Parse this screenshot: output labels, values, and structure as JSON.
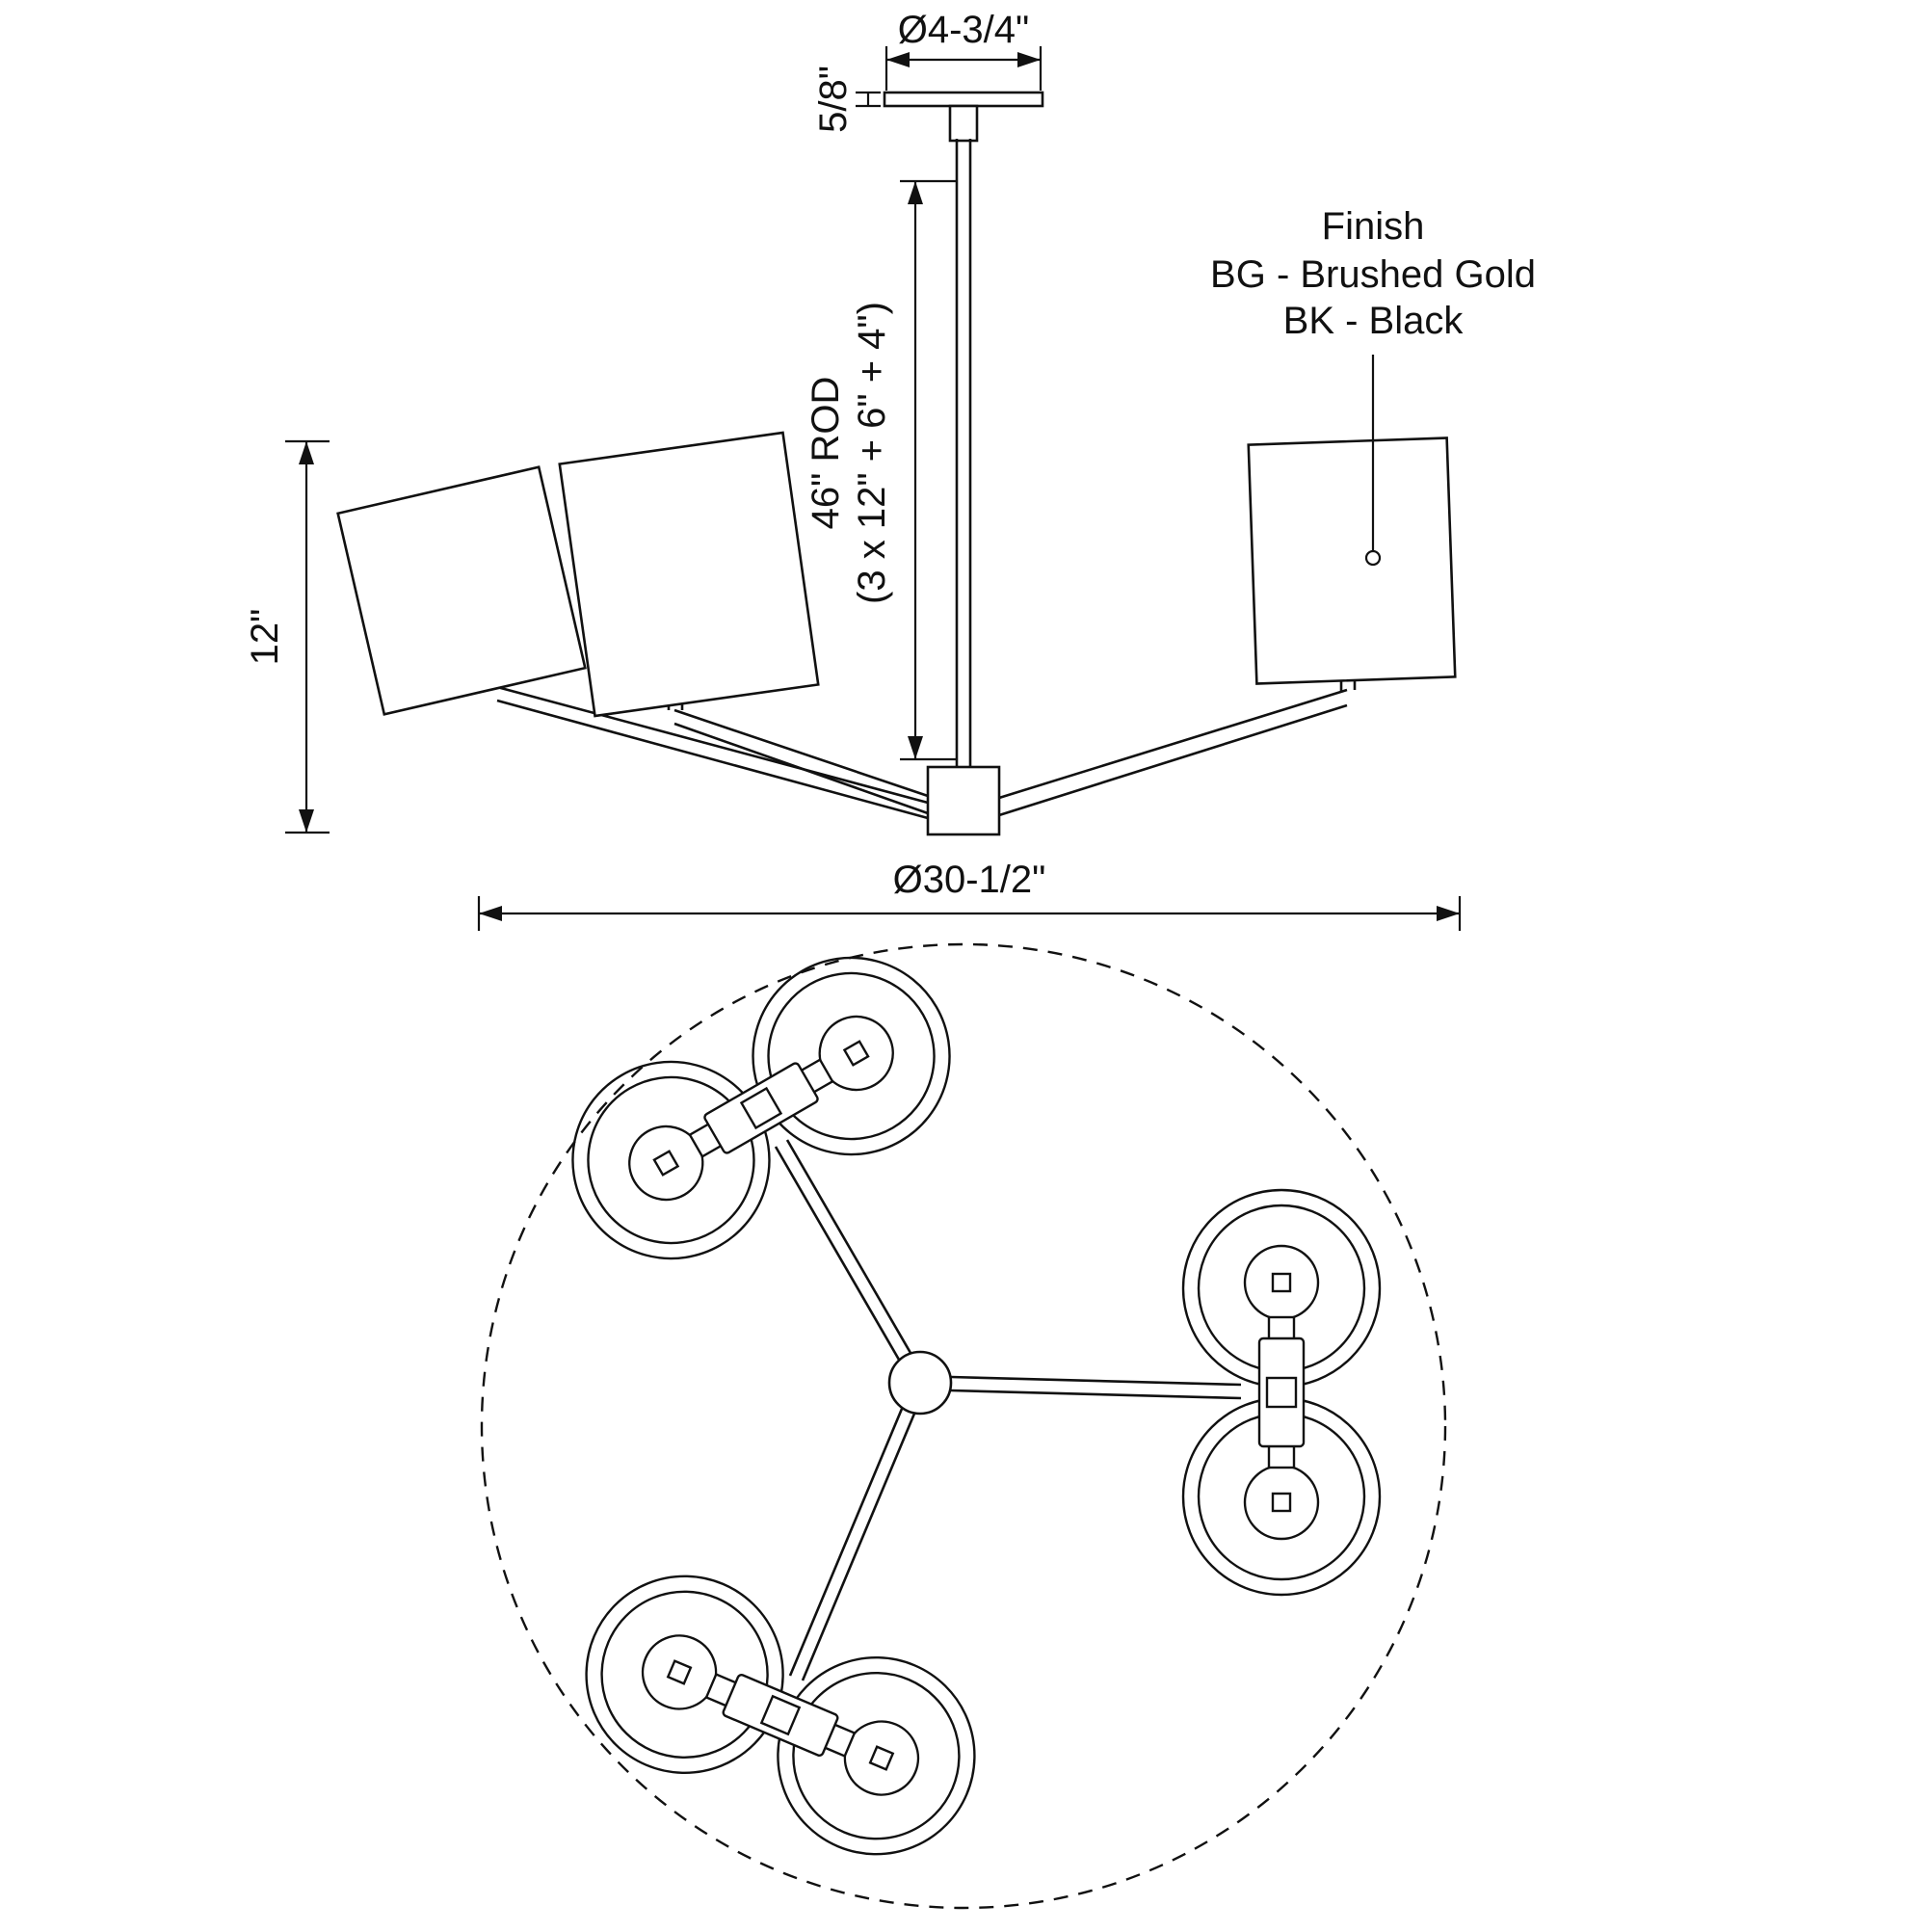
{
  "dimensions": {
    "canopy_diameter": "Ø4-3/4\"",
    "canopy_height": "5/8\"",
    "rod_line1": "46\" ROD",
    "rod_line2": "(3 x 12\" + 6\" + 4\")",
    "shade_height": "12\"",
    "overall_diameter": "Ø30-1/2\""
  },
  "finish": {
    "title": "Finish",
    "options": [
      "BG - Brushed Gold",
      "BK - Black"
    ]
  },
  "colors": {
    "line": "#111111",
    "background": "#ffffff"
  }
}
